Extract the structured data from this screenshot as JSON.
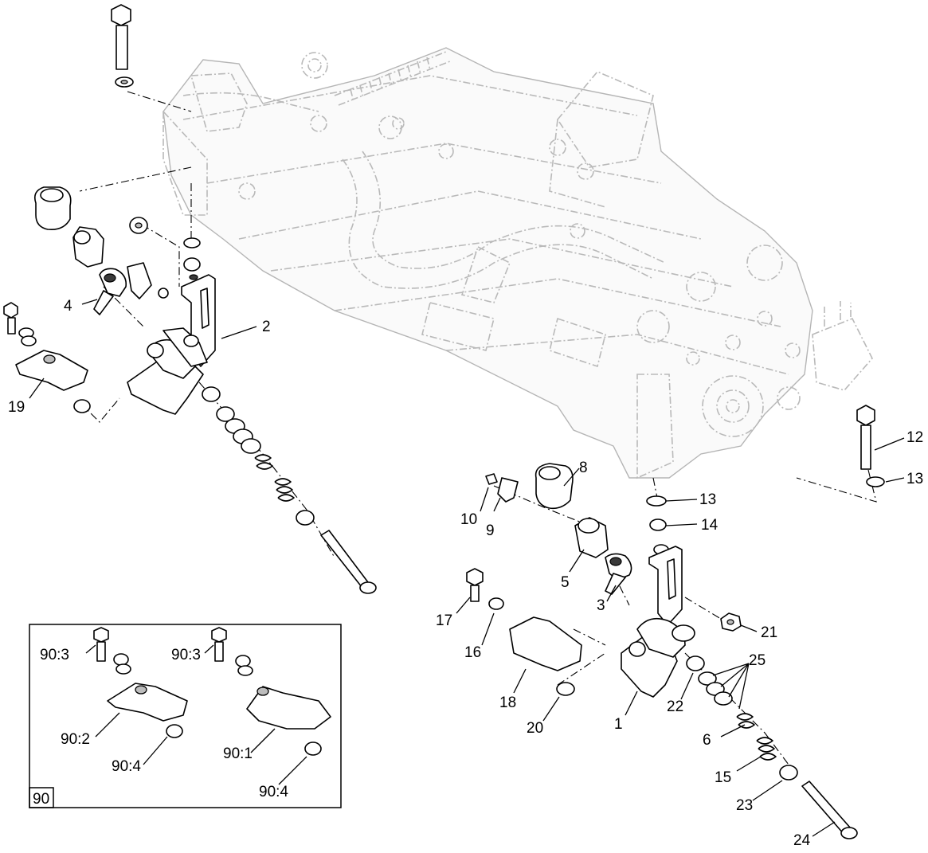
{
  "callouts": {
    "c1": "1",
    "c2": "2",
    "c3": "3",
    "c4": "4",
    "c5": "5",
    "c6": "6",
    "c8": "8",
    "c9": "9",
    "c10": "10",
    "c12": "12",
    "c13a": "13",
    "c13b": "13",
    "c14": "14",
    "c15": "15",
    "c16": "16",
    "c17": "17",
    "c18": "18",
    "c19": "19",
    "c20": "20",
    "c21": "21",
    "c22": "22",
    "c23": "23",
    "c24": "24",
    "c25": "25"
  },
  "inset": {
    "tag": "90",
    "labels": {
      "a3": "90:3",
      "b3": "90:3",
      "a2": "90:2",
      "a4": "90:4",
      "b1": "90:1",
      "b4": "90:4"
    }
  }
}
